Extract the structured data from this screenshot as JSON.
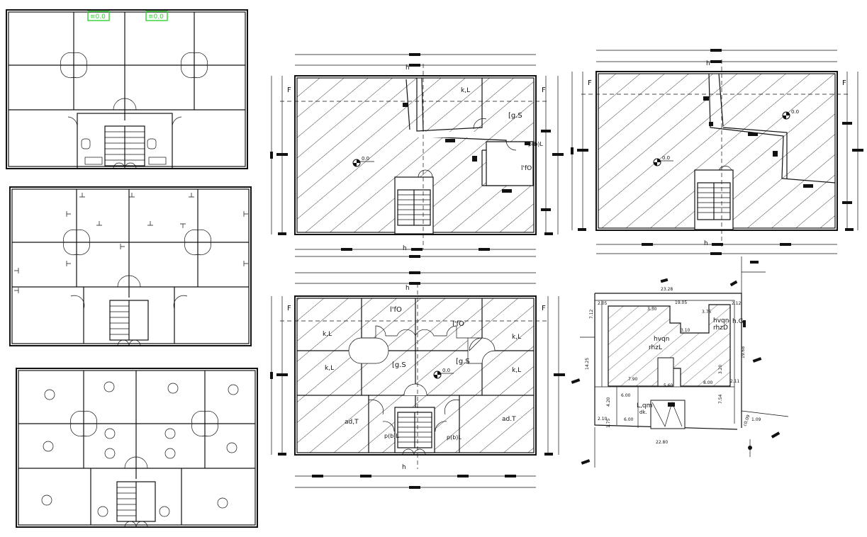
{
  "colors": {
    "ink": "#111111",
    "paper": "#ffffff",
    "tag_green": "#2fd12f"
  },
  "plan_ground": {
    "labels": {
      "tag_a": "≡0.0",
      "tag_b": "≡0.0"
    }
  },
  "plan_a": {
    "labels": {
      "north": "h",
      "north2": "h",
      "section_left": "F",
      "section_right": "F",
      "room_kitchen": "k,L",
      "room_dining": "[g.S",
      "room_bath": "p(b)L",
      "room_toilet": "l'fO",
      "level": "0.0"
    }
  },
  "plan_b": {
    "labels": {
      "north": "h",
      "north2": "h",
      "section_left": "F",
      "section_right": "F",
      "level": "0.0"
    }
  },
  "plan_c": {
    "labels": {
      "north": "h",
      "north2": "h",
      "section_left": "F",
      "section_right": "F",
      "toilet_l": "l'fO",
      "toilet_r": "l'fO",
      "kitchen_tl": "k,L",
      "kitchen_tr": "k,L",
      "kitchen_ml": "k,L",
      "kitchen_mr": "k,L",
      "dining_l": "[g.S",
      "dining_r": "[g.S",
      "bed_l": "ad,T",
      "bed_r": "ad.T",
      "bath_l": "p(b)L",
      "bath_r": "p(b)L",
      "level": "0.0"
    }
  },
  "site": {
    "labels": {
      "d_top": "23.28",
      "d_bottom": "22.80",
      "d_left": "14.25",
      "d_right": "19.68",
      "d_left_top": "7.12",
      "d_mid_top": "19.05",
      "d_a": "2.05",
      "d_b": "2.12",
      "d_c": "3.30",
      "d_d": "3.75",
      "d_e": "3.10",
      "d_f": "7.90",
      "d_g": "6.00",
      "d_h": "2.11",
      "d_i": "2.10",
      "d_j": "6.00",
      "d_k": "4.20",
      "d_l": "1.75",
      "d_m": "5.60",
      "d_n": "7.54",
      "d_o": "3.20",
      "d_p": "8.00",
      "bldg_a": "hvqn",
      "bldg_b": "rhzL",
      "bldg_c": "hvqn",
      "bldg_d": "rhzD",
      "bldg_e": "h.G",
      "road": "L,qm",
      "road2": "dk.",
      "nb": "c0.09",
      "nc": "1.09"
    }
  }
}
